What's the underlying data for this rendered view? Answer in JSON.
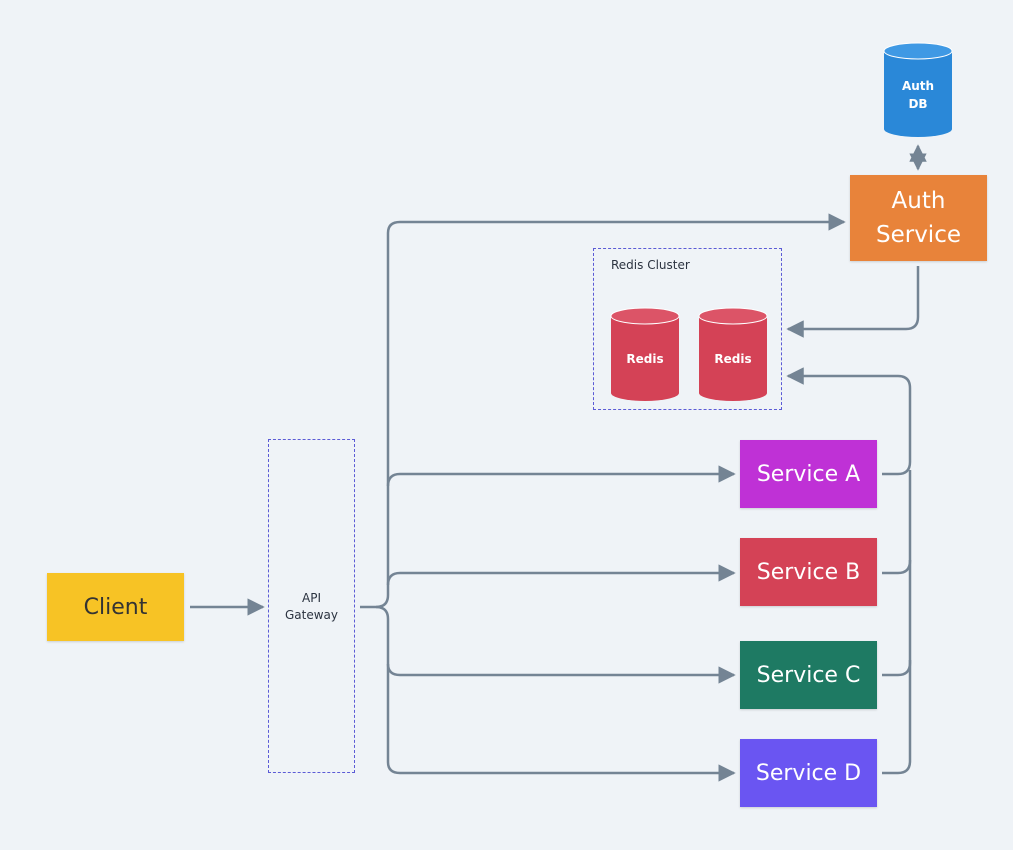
{
  "nodes": {
    "client": {
      "label": "Client",
      "color": "#f7c325",
      "text_color": "#333333"
    },
    "api_gateway": {
      "label_line1": "API",
      "label_line2": "Gateway"
    },
    "auth_service": {
      "label_line1": "Auth",
      "label_line2": "Service",
      "color": "#e8833a"
    },
    "auth_db": {
      "label_line1": "Auth",
      "label_line2": "DB",
      "color": "#2a88d8"
    },
    "redis_cluster": {
      "label": "Redis Cluster"
    },
    "redis_1": {
      "label": "Redis",
      "color": "#d44256"
    },
    "redis_2": {
      "label": "Redis",
      "color": "#d44256"
    },
    "service_a": {
      "label": "Service A",
      "color": "#bf31d6"
    },
    "service_b": {
      "label": "Service B",
      "color": "#d44256"
    },
    "service_c": {
      "label": "Service C",
      "color": "#1e7a63"
    },
    "service_d": {
      "label": "Service D",
      "color": "#6a55f2"
    }
  },
  "colors": {
    "connector": "#748494",
    "group_border": "#5b5bd6",
    "background": "#eff3f7"
  }
}
